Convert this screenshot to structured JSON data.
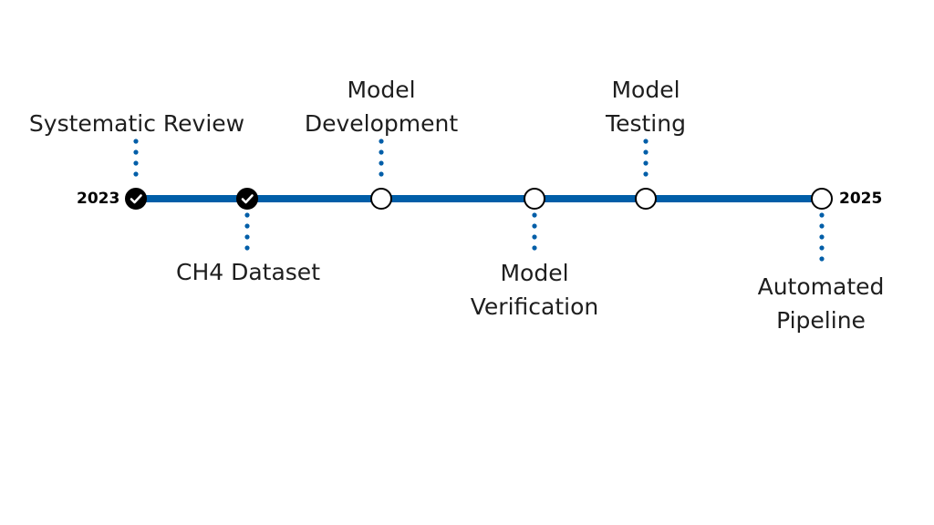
{
  "timeline": {
    "start_year": "2023",
    "end_year": "2025",
    "line_color": "#005ea8",
    "milestones": [
      {
        "lines": [
          "Systematic Review"
        ],
        "status": "completed",
        "side": "above"
      },
      {
        "lines": [
          "CH4 Dataset"
        ],
        "status": "completed",
        "side": "below"
      },
      {
        "lines": [
          "Model",
          "Development"
        ],
        "status": "pending",
        "side": "above"
      },
      {
        "lines": [
          "Model",
          "Verification"
        ],
        "status": "pending",
        "side": "below"
      },
      {
        "lines": [
          "Model",
          "Testing"
        ],
        "status": "pending",
        "side": "above"
      },
      {
        "lines": [
          "Automated",
          "Pipeline"
        ],
        "status": "pending",
        "side": "below"
      }
    ]
  }
}
